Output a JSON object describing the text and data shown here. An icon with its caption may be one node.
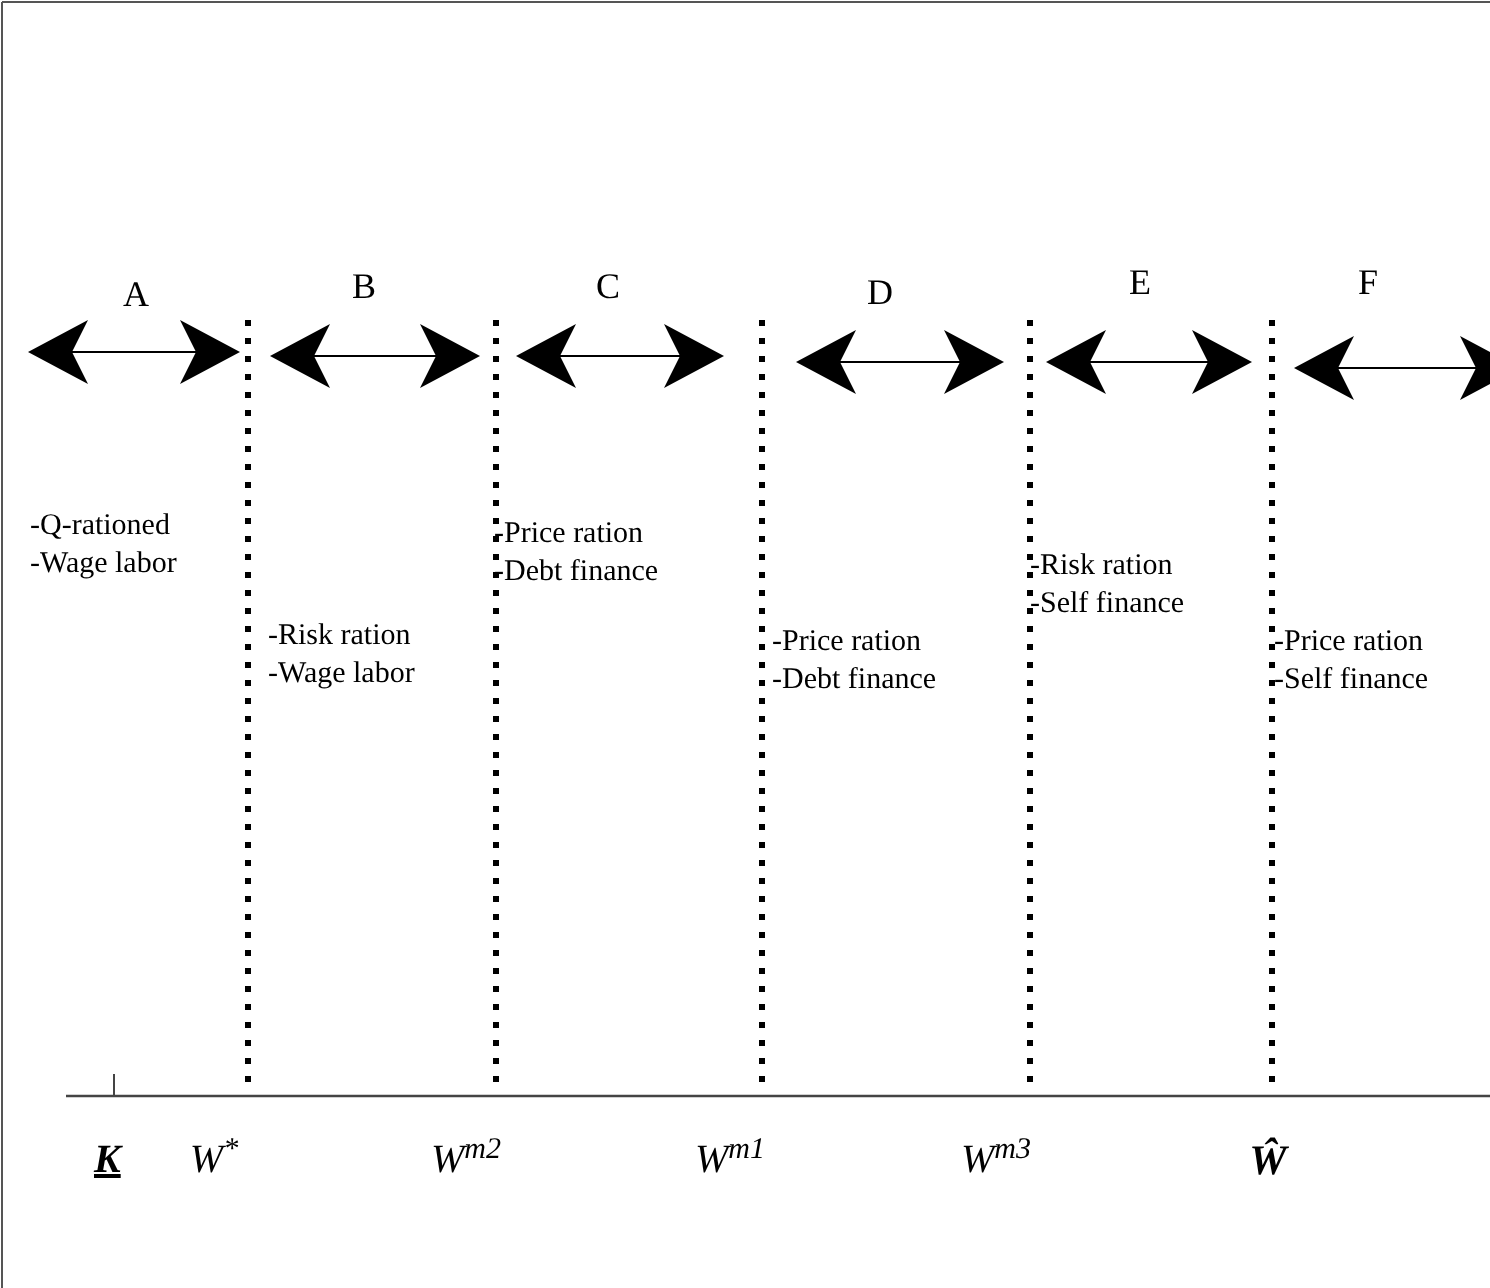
{
  "diagram": {
    "labels": [
      "A",
      "B",
      "C",
      "D",
      "E",
      "F",
      "-Q-rationed",
      "-Wage labor",
      "-Price ration",
      "-Debt finance",
      "-Risk ration",
      "-Self finance",
      "-Risk ration",
      "-Wage labor",
      "-Price ration",
      "-Debt finance",
      "-Price ration",
      "-Self finance",
      "K",
      "W$^{*}$",
      "W$^{m2}$",
      "W$^{m1}$",
      "W$^{m3}$",
      "Ŵ"
    ]
  }
}
